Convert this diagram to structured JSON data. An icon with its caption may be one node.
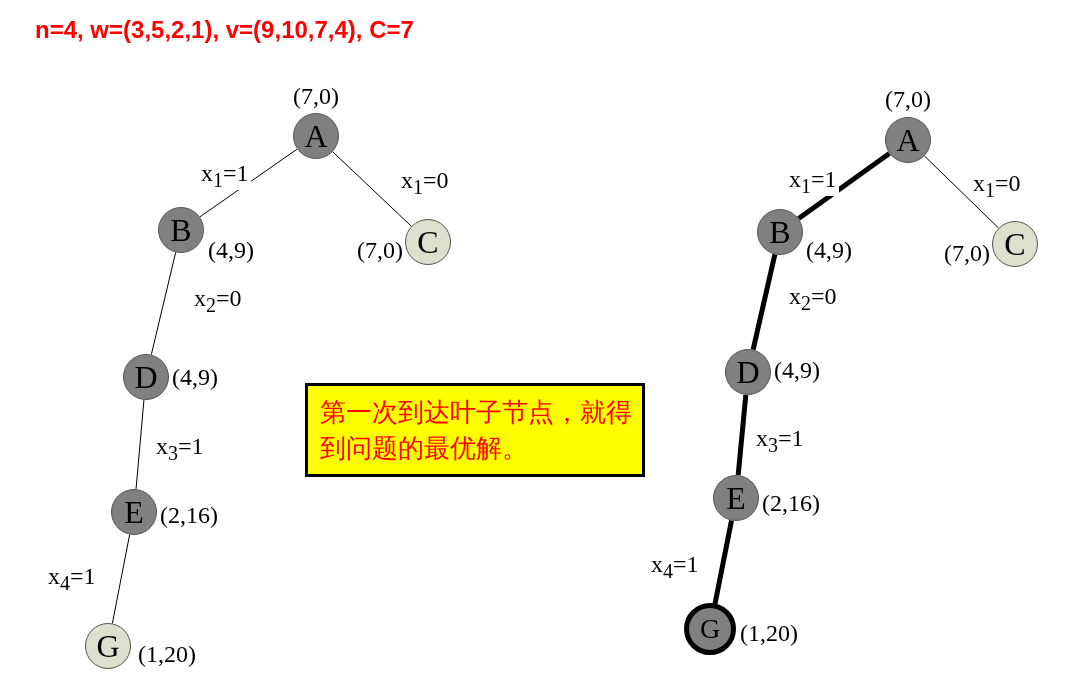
{
  "diagram": {
    "title": "n=4, w=(3,5,2,1), v=(9,10,7,4), C=7",
    "nodes": [
      {
        "text": [
          "A"
        ],
        "beside": [
          "(7,0)"
        ]
      },
      {
        "text": [
          "B"
        ],
        "beside": [
          "(4,9)"
        ]
      },
      {
        "text": [
          "C"
        ],
        "beside": [
          "(7,0)"
        ]
      },
      {
        "text": [
          "D"
        ],
        "beside": [
          "(4,9)"
        ]
      },
      {
        "text": [
          "E"
        ],
        "beside": [
          "(2,16)"
        ]
      },
      {
        "text": [
          "G"
        ],
        "beside": [
          "(1,20)"
        ]
      },
      {
        "text": [
          "第一次到达叶子节点，就得到问题的最优解。"
        ]
      },
      {
        "text": [
          "A"
        ],
        "beside": [
          "(7,0)"
        ]
      },
      {
        "text": [
          "B"
        ],
        "beside": [
          "(4,9)"
        ]
      },
      {
        "text": [
          "C"
        ],
        "beside": [
          "(7,0)"
        ]
      },
      {
        "text": [
          "D"
        ],
        "beside": [
          "(4,9)"
        ]
      },
      {
        "text": [
          "E"
        ],
        "beside": [
          "(2,16)"
        ]
      },
      {
        "text": [
          "G"
        ],
        "beside": [
          "(1,20)"
        ]
      }
    ],
    "edges": [
      {
        "from": 0,
        "to": 1,
        "arrow": "none",
        "label": "x$_{1}$=1"
      },
      {
        "from": 0,
        "to": 2,
        "arrow": "none",
        "label": "x$_{1}$=0"
      },
      {
        "from": 1,
        "to": 3,
        "arrow": "none",
        "label": "x$_{2}$=0"
      },
      {
        "from": 3,
        "to": 4,
        "arrow": "none",
        "label": "x$_{3}$=1"
      },
      {
        "from": 4,
        "to": 5,
        "arrow": "none",
        "label": "x$_{4}$=1"
      },
      {
        "from": 7,
        "to": 8,
        "arrow": "none",
        "label": "x$_{1}$=1",
        "style": "thick"
      },
      {
        "from": 7,
        "to": 9,
        "arrow": "none",
        "label": "x$_{1}$=0"
      },
      {
        "from": 8,
        "to": 10,
        "arrow": "none",
        "label": "x$_{2}$=0",
        "style": "thick"
      },
      {
        "from": 10,
        "to": 11,
        "arrow": "none",
        "label": "x$_{3}$=1",
        "style": "thick"
      },
      {
        "from": 11,
        "to": 12,
        "arrow": "none",
        "label": "x$_{4}$=1",
        "style": "thick"
      }
    ]
  }
}
